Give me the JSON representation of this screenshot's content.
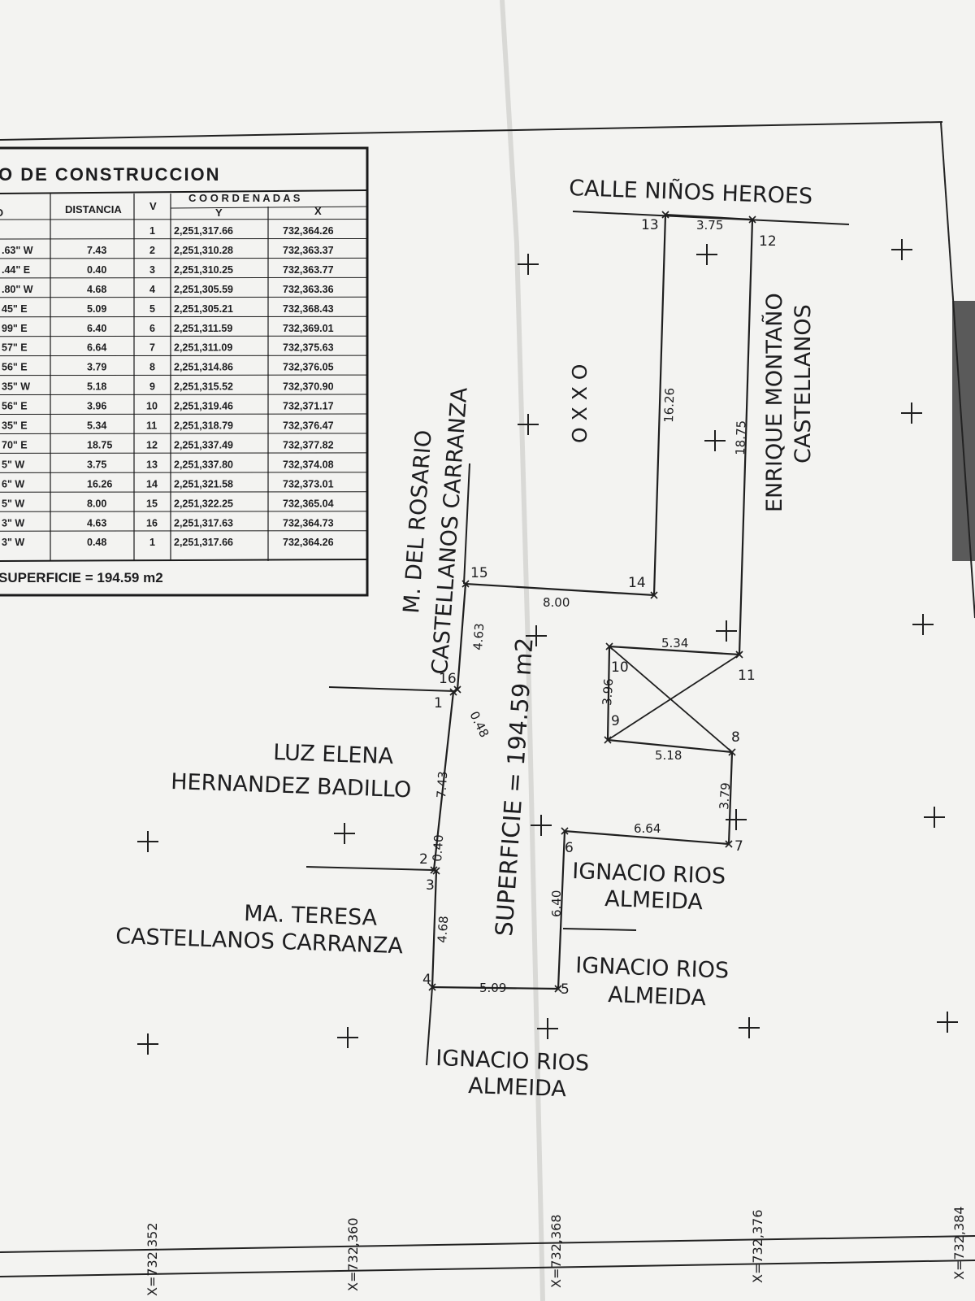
{
  "table": {
    "title": "O DE CONSTRUCCION",
    "col_rumbo_fragment": "O",
    "col_distancia": "DISTANCIA",
    "col_v": "V",
    "col_coordenadas": "C O O R D E N A D A S",
    "col_y": "Y",
    "col_x": "X",
    "rows": [
      {
        "rumbo": "",
        "dist": "",
        "v": "1",
        "y": "2,251,317.66",
        "x": "732,364.26"
      },
      {
        "rumbo": ".63\" W",
        "dist": "7.43",
        "v": "2",
        "y": "2,251,310.28",
        "x": "732,363.37"
      },
      {
        "rumbo": ".44\" E",
        "dist": "0.40",
        "v": "3",
        "y": "2,251,310.25",
        "x": "732,363.77"
      },
      {
        "rumbo": ".80\" W",
        "dist": "4.68",
        "v": "4",
        "y": "2,251,305.59",
        "x": "732,363.36"
      },
      {
        "rumbo": "45\" E",
        "dist": "5.09",
        "v": "5",
        "y": "2,251,305.21",
        "x": "732,368.43"
      },
      {
        "rumbo": "99\" E",
        "dist": "6.40",
        "v": "6",
        "y": "2,251,311.59",
        "x": "732,369.01"
      },
      {
        "rumbo": "57\" E",
        "dist": "6.64",
        "v": "7",
        "y": "2,251,311.09",
        "x": "732,375.63"
      },
      {
        "rumbo": "56\" E",
        "dist": "3.79",
        "v": "8",
        "y": "2,251,314.86",
        "x": "732,376.05"
      },
      {
        "rumbo": "35\" W",
        "dist": "5.18",
        "v": "9",
        "y": "2,251,315.52",
        "x": "732,370.90"
      },
      {
        "rumbo": "56\" E",
        "dist": "3.96",
        "v": "10",
        "y": "2,251,319.46",
        "x": "732,371.17"
      },
      {
        "rumbo": "35\" E",
        "dist": "5.34",
        "v": "11",
        "y": "2,251,318.79",
        "x": "732,376.47"
      },
      {
        "rumbo": "70\" E",
        "dist": "18.75",
        "v": "12",
        "y": "2,251,337.49",
        "x": "732,377.82"
      },
      {
        "rumbo": "5\" W",
        "dist": "3.75",
        "v": "13",
        "y": "2,251,337.80",
        "x": "732,374.08"
      },
      {
        "rumbo": "6\" W",
        "dist": "16.26",
        "v": "14",
        "y": "2,251,321.58",
        "x": "732,373.01"
      },
      {
        "rumbo": "5\" W",
        "dist": "8.00",
        "v": "15",
        "y": "2,251,322.25",
        "x": "732,365.04"
      },
      {
        "rumbo": "3\" W",
        "dist": "4.63",
        "v": "16",
        "y": "2,251,317.63",
        "x": "732,364.73"
      },
      {
        "rumbo": "3\" W",
        "dist": "0.48",
        "v": "1",
        "y": "2,251,317.66",
        "x": "732,364.26"
      }
    ],
    "superficie": "SUPERFICIE = 194.59 m2"
  },
  "street": "CALLE NIÑOS HEROES",
  "owners": {
    "oxxo": "O X X O",
    "rosario_1": "M. DEL ROSARIO",
    "rosario_2": "CASTELLANOS CARRANZA",
    "enrique_1": "ENRIQUE MONTAÑO",
    "enrique_2": "CASTELLANOS",
    "luz_1": "LUZ ELENA",
    "luz_2": "HERNANDEZ BADILLO",
    "teresa_1": "MA. TERESA",
    "teresa_2": "CASTELLANOS CARRANZA",
    "rios_a_1": "IGNACIO RIOS",
    "rios_a_2": "ALMEIDA",
    "rios_b_1": "IGNACIO RIOS",
    "rios_b_2": "ALMEIDA",
    "rios_c_1": "IGNACIO RIOS",
    "rios_c_2": "ALMEIDA"
  },
  "superficie_label": "SUPERFICIE = 194.59 m2",
  "vertex_labels": [
    "1",
    "2",
    "3",
    "4",
    "5",
    "6",
    "7",
    "8",
    "9",
    "10",
    "11",
    "12",
    "13",
    "14",
    "15",
    "16"
  ],
  "distances": {
    "d_16_1": "0.48",
    "d_1_2": "7.43",
    "d_2_3": "0.40",
    "d_3_4": "4.68",
    "d_4_5": "5.09",
    "d_5_6": "6.40",
    "d_6_7": "6.64",
    "d_7_8": "3.79",
    "d_8_9": "5.18",
    "d_9_10": "3.96",
    "d_10_11": "5.34",
    "d_11_12": "18.75",
    "d_12_13": "3.75",
    "d_13_14": "16.26",
    "d_14_15": "8.00",
    "d_15_16": "4.63"
  },
  "grid_labels": [
    "X=732,352",
    "X=732,360",
    "X=732,368",
    "X=732,376",
    "X=732,384"
  ]
}
